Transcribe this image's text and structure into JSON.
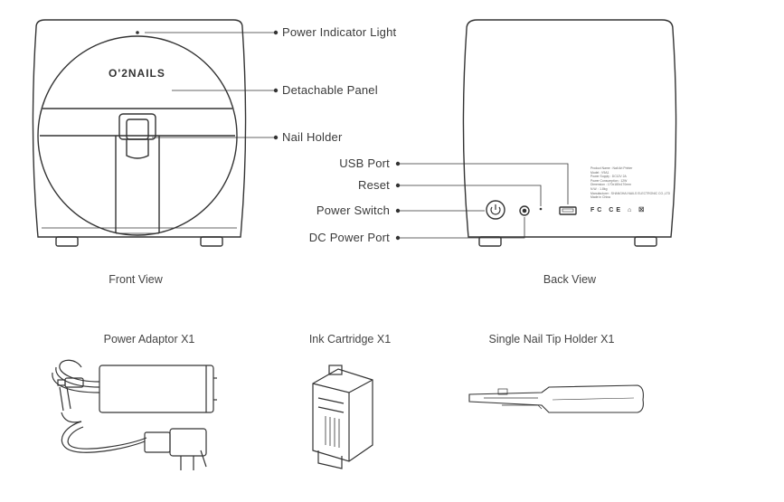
{
  "front": {
    "brand": "O'2NAILS",
    "callouts": [
      "Power Indicator Light",
      "Detachable Panel",
      "Nail Holder"
    ],
    "caption": "Front View"
  },
  "back": {
    "callouts": [
      "USB Port",
      "Reset",
      "Power Switch",
      "DC Power Port"
    ],
    "caption": "Back View",
    "spec_lines": [
      "Product Name : Nail Art Printer",
      "Model : V9A1",
      "Power Supply : DC12V 2A",
      "Power Consumption : 12W",
      "Dimension : 170x180x170mm",
      "N.W. : 1.8kg",
      "Manufacturer : SHANGHAI NAILS ELECTRONIC CO.,LTD",
      "Made in China"
    ],
    "cert_marks": "FC CE ⌂ ☒"
  },
  "accessories": [
    {
      "label": "Power Adaptor X1",
      "icon": "power-adaptor"
    },
    {
      "label": "Ink Cartridge X1",
      "icon": "ink-cartridge"
    },
    {
      "label": "Single Nail Tip Holder X1",
      "icon": "nail-tip-holder"
    }
  ],
  "colors": {
    "line": "#333333",
    "text": "#3a3a3a"
  }
}
